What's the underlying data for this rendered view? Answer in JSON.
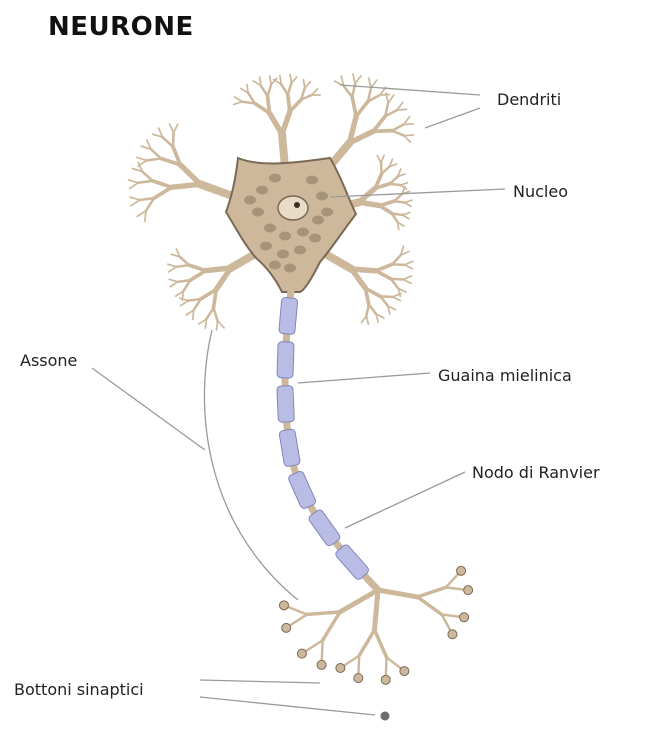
{
  "diagram": {
    "title": "NEURONE",
    "labels": {
      "dendrites": "Dendriti",
      "nucleus": "Nucleo",
      "axon": "Assone",
      "myelin_sheath": "Guaina mielinica",
      "node_of_ranvier": "Nodo di Ranvier",
      "synaptic_terminals": "Bottoni sinaptici"
    }
  },
  "colors": {
    "cell": "#cdb89b",
    "cell_outline": "#7a6a55",
    "nucleus": "#a08c73",
    "myelin": "#b9bde6",
    "myelin_outline": "#7f86b8",
    "leader": "#9a9a9a"
  }
}
